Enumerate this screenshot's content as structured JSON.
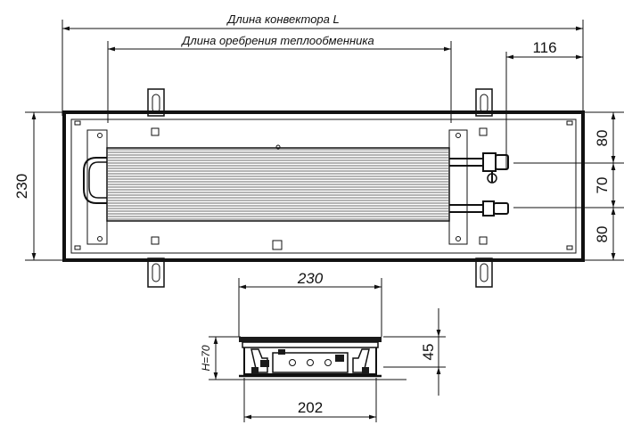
{
  "top_view": {
    "convector_length_label": "Длина конвектора L",
    "fin_length_label": "Длина оребрения теплообменника",
    "offset_label": "116",
    "height_label": "230",
    "right_dims": [
      "80",
      "70",
      "80"
    ]
  },
  "section_view": {
    "width_top_label": "230",
    "width_bottom_label": "202",
    "height_label": "H=70",
    "depth_label": "45"
  },
  "colors": {
    "line": "#111111",
    "fill_dark": "#1a1a1a",
    "fin": "#8a8a8a",
    "background": "#ffffff"
  }
}
